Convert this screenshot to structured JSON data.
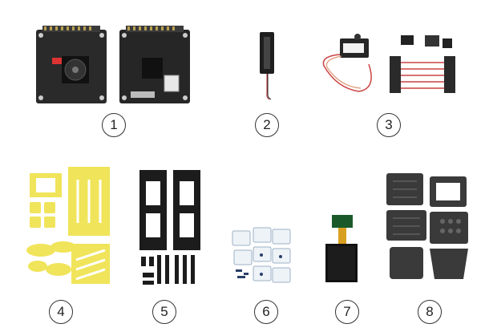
{
  "items": [
    {
      "id": "1",
      "label": "1",
      "icon": "hat-pcb-boards-icon"
    },
    {
      "id": "2",
      "label": "2",
      "icon": "fan-module-icon"
    },
    {
      "id": "3",
      "label": "3",
      "icon": "servo-and-cables-icon"
    },
    {
      "id": "4",
      "label": "4",
      "icon": "yellow-acrylic-parts-icon"
    },
    {
      "id": "5",
      "label": "5",
      "icon": "carbon-fiber-frame-icon"
    },
    {
      "id": "6",
      "label": "6",
      "icon": "screw-bags-icon"
    },
    {
      "id": "7",
      "label": "7",
      "icon": "lcd-display-icon"
    },
    {
      "id": "8",
      "label": "8",
      "icon": "printed-housing-parts-icon"
    }
  ]
}
